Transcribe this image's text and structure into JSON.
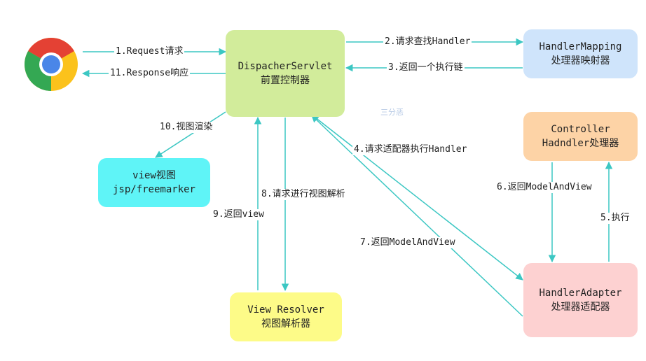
{
  "nodes": {
    "dispatcher": {
      "line1": "DispacherServlet",
      "line2": "前置控制器",
      "color": "#d2ec9b"
    },
    "handler_mapping": {
      "line1": "HandlerMapping",
      "line2": "处理器映射器",
      "color": "#cfe4fb"
    },
    "controller": {
      "line1": "Controller",
      "line2": "Hadndler处理器",
      "color": "#fdd3a6"
    },
    "view": {
      "line1": "view视图",
      "line2": "jsp/freemarker",
      "color": "#5ff4f7"
    },
    "view_resolver": {
      "line1": "View Resolver",
      "line2": "视图解析器",
      "color": "#fdfb88"
    },
    "handler_adapter": {
      "line1": "HandlerAdapter",
      "line2": "处理器适配器",
      "color": "#fdd1d1"
    }
  },
  "edges": {
    "e1": "1.Request请求",
    "e2": "2.请求查找Handler",
    "e3": "3.返回一个执行链",
    "e4": "4.请求适配器执行Handler",
    "e5": "5.执行",
    "e6": "6.返回ModelAndView",
    "e7": "7.返回ModelAndView",
    "e8": "8.请求进行视图解析",
    "e9": "9.返回view",
    "e10": "10.视图渲染",
    "e11": "11.Response响应"
  },
  "watermark": "三分恶",
  "colors": {
    "arrow": "#3cc7c3"
  },
  "icons": {
    "browser": "chrome-icon"
  }
}
